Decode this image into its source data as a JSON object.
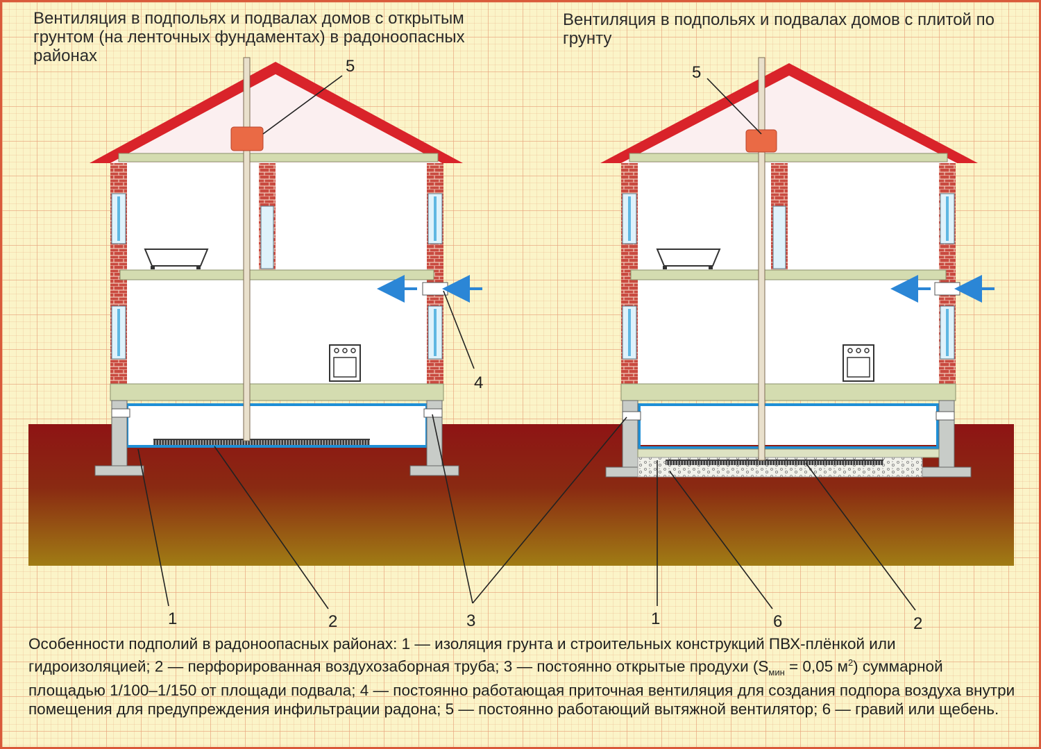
{
  "titles": {
    "left": "Вентиляция в подпольях и подвалах домов с открытым грунтом (на ленточных фундаментах) в радоноопасных районах",
    "right": "Вентиляция в подпольях и подвалах домов с плитой по грунту"
  },
  "callouts": {
    "left_fan": "5",
    "left_inlet": "4",
    "left_membrane": "1",
    "left_pipe": "2",
    "vents": "3",
    "right_fan": "5",
    "right_membrane": "1",
    "right_gravel": "6",
    "right_pipe": "2"
  },
  "caption": {
    "part1": "Особенности подполий в радоноопасных районах: 1 — изоляция грунта и строительных конструкций ПВХ-плёнкой или гидроизоляцией; 2 — перфорированная воздухозаборная труба; 3 — постоянно открытые продухи (S",
    "sub": "мин",
    "part2": " = 0,05 м",
    "sup": "2",
    "part3": ") суммарной площадью 1/100–1/150 от площади подвала; 4 — постоянно работающая приточная вентиляция для создания подпора воздуха внутри помещения для предупреждения инфильтрации радона; 5 — постоянно работающий вытяжной вентилятор; 6 — гравий или щебень."
  },
  "colors": {
    "roof": "#d9232a",
    "brick": "#c8473f",
    "slab": "#d4dcb0",
    "insulation": "#1f8fd6",
    "fan": "#ea6a45",
    "ground_top": "#8e1414",
    "ground_bottom": "#9a7a12",
    "arrow": "#2b86d6"
  }
}
